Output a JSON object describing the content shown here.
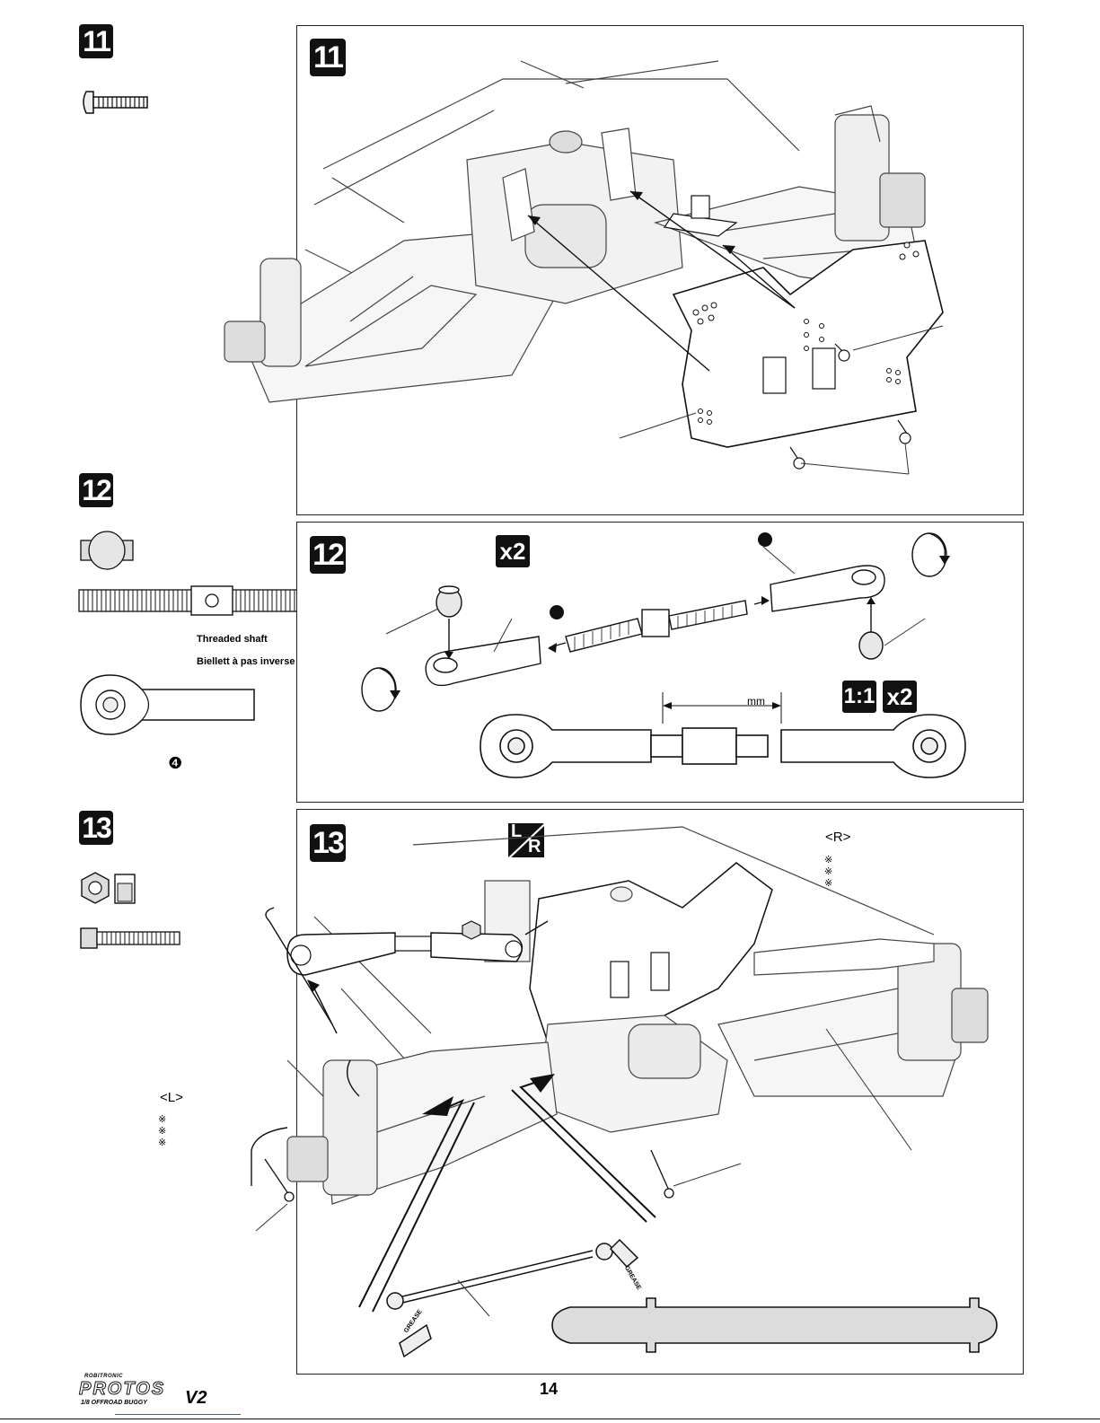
{
  "steps": {
    "s11": {
      "number": "11"
    },
    "s12": {
      "number": "12"
    },
    "s13": {
      "number": "13"
    }
  },
  "step12": {
    "qty_badge": "x2",
    "scale_badge_ratio": "1:1",
    "scale_badge_qty": "x2",
    "measure_unit": "mm",
    "threaded_shaft_en": "Threaded shaft",
    "threaded_shaft_fr": "Biellett à pas inverse",
    "circled_number": "❹"
  },
  "step13": {
    "side_badge_l": "L",
    "side_badge_r": "R",
    "label_right": "<R>",
    "label_left": "<L>",
    "asterisk": "※",
    "grease_label": "GREASE"
  },
  "footer": {
    "page_number": "14",
    "logo_brand": "ROBITRONIC",
    "logo_name": "PROTOS",
    "logo_sub": "1/8 OFFROAD BUGGY",
    "logo_version": "V2"
  },
  "colors": {
    "ink": "#111111",
    "line": "#333333",
    "tone": "#dddddd"
  }
}
